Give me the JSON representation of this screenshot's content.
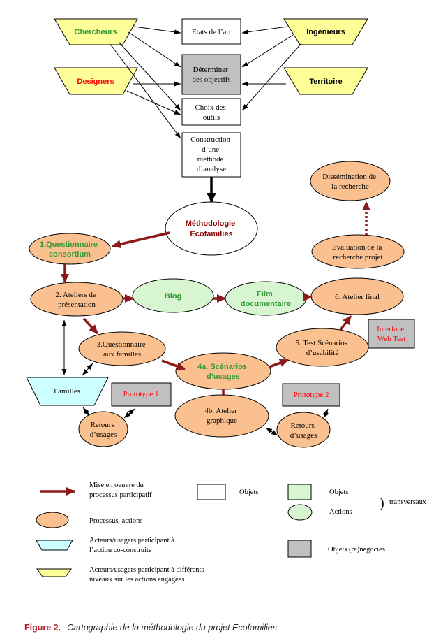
{
  "diagram": {
    "actors": {
      "chercheurs": "Chercheurs",
      "designers": "Designers",
      "ingenieurs": "Ingénieurs",
      "territoire": "Territoire",
      "familles": "Familles"
    },
    "objects": {
      "etats_art": "Etats de l’art",
      "determiner": [
        "Déterminer",
        "des objectifs"
      ],
      "choix_outils": [
        "Choix des",
        "outils"
      ],
      "construction": [
        "Construction",
        "d’une",
        "méthode",
        "d’analyse"
      ],
      "interface_web_test": [
        "Interface",
        "Web Test"
      ],
      "prototype_1": "Prototype 1",
      "prototype_2": "Prototype 2"
    },
    "processes": {
      "methodologie": [
        "Méthodologie",
        "Ecofamilies"
      ],
      "questionnaire_consortium": [
        "1.Questionnaire",
        "consortium"
      ],
      "ateliers_presentation": [
        "2. Ateliers de",
        "présentation"
      ],
      "blog": "Blog",
      "film": [
        "Film",
        "documentaire"
      ],
      "atelier_final": "6. Atelier final",
      "evaluation": [
        "Evaluation de la",
        "recherche projet"
      ],
      "dissemination": [
        "Dissémination de",
        "la recherche"
      ],
      "questionnaire_familles": [
        "3.Questionnaire",
        "aux familles"
      ],
      "scenarios_usages": [
        "4a. Scénarios",
        "d’usages"
      ],
      "atelier_graphique": [
        "4b. Atelier",
        "graphique"
      ],
      "test_scenarios": [
        "5. Test Scénarios",
        "d’usabilité"
      ],
      "retours_usages_1": [
        "Retours",
        "d’usages"
      ],
      "retours_usages_2": [
        "Retours",
        "d’usages"
      ]
    }
  },
  "legend": {
    "participatory_process": [
      "Mise en oeuvre du",
      "processus participatif"
    ],
    "objects": "Objets",
    "transversal_objects": "Objets",
    "transversal_actions": "Actions",
    "bracket": ")",
    "transversal": "transversaux",
    "processes_actions": "Processus, actions",
    "co_constructed_actors": [
      "Acteurs/usagers participant à",
      "l’action co-construite"
    ],
    "renegotiated_objects": "Objets (re)négociés",
    "multilevel_actors": [
      "Acteurs/usagers participant à différents",
      "niveaux sur les actions engagées"
    ]
  },
  "caption": {
    "label": "Figure 2.",
    "text": "Cartographie de la méthodologie du projet Ecofamilies"
  },
  "colors": {
    "actor_multilevel_fill": "#ffff99",
    "actor_coconstructed_fill": "#ccffff",
    "process_fill": "#fac08f",
    "transversal_fill": "#d6f5d0",
    "renegotiated_fill": "#c0c0c0",
    "object_fill": "#ffffff",
    "participatory_arrow": "#8b1a1a",
    "green_label": "#339933",
    "red_label": "#ff0000",
    "methodology_label": "#8b0000",
    "caption_label": "#b5202e"
  }
}
